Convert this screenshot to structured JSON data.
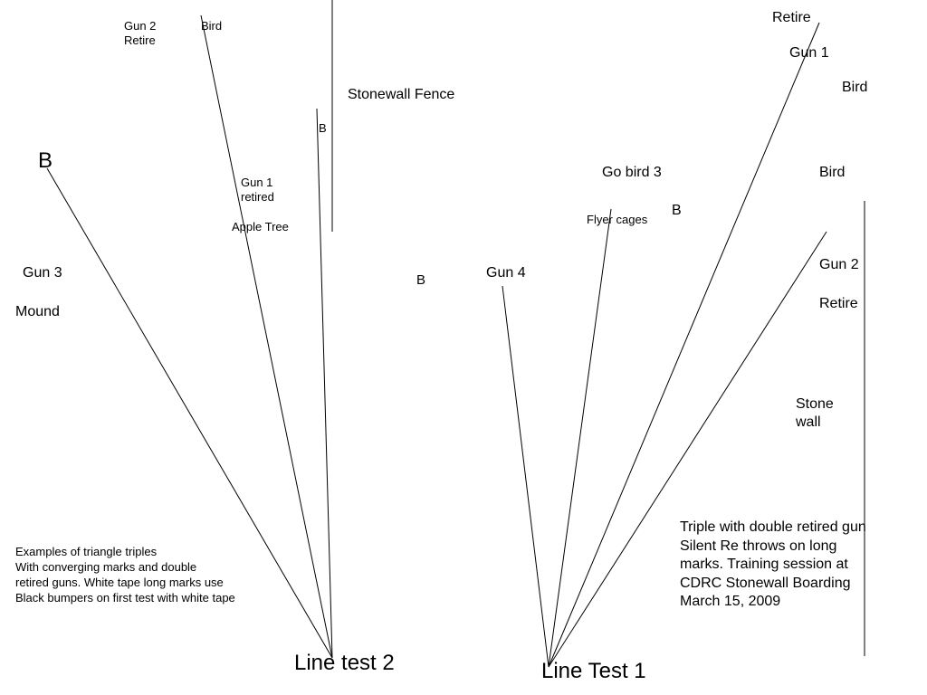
{
  "line_test_2": {
    "title": "Line test 2",
    "gun2_retire": [
      "Gun 2",
      "Retire"
    ],
    "bird": "Bird",
    "b_small": "B",
    "stonewall_fence": "Stonewall Fence",
    "gun1_retired": [
      "Gun 1",
      "retired"
    ],
    "apple_tree": "Apple Tree",
    "b_large": "B",
    "gun3": "Gun 3",
    "mound": "Mound",
    "b_mid": "B"
  },
  "line_test_1": {
    "title": "Line Test 1",
    "retire_top": "Retire",
    "gun1": "Gun  1",
    "bird_top": "Bird",
    "go_bird3": "Go  bird 3",
    "bird_right": "Bird",
    "b": "B",
    "flyer_cages": "Flyer cages",
    "gun2": "Gun 2",
    "retire": "Retire",
    "gun4": "Gun 4",
    "stone_wall": [
      "Stone",
      "wall"
    ]
  },
  "notes": {
    "examples": [
      "Examples of triangle triples",
      "With converging marks and double",
      "retired guns. White tape long marks use",
      "Black bumpers on first test with white tape"
    ],
    "session": [
      "Triple with double retired gun",
      "Silent Re throws on long",
      "marks.  Training session at",
      "CDRC Stonewall Boarding",
      "March 15, 2009"
    ]
  },
  "colors": {
    "ink": "#000000",
    "background": "#ffffff"
  }
}
